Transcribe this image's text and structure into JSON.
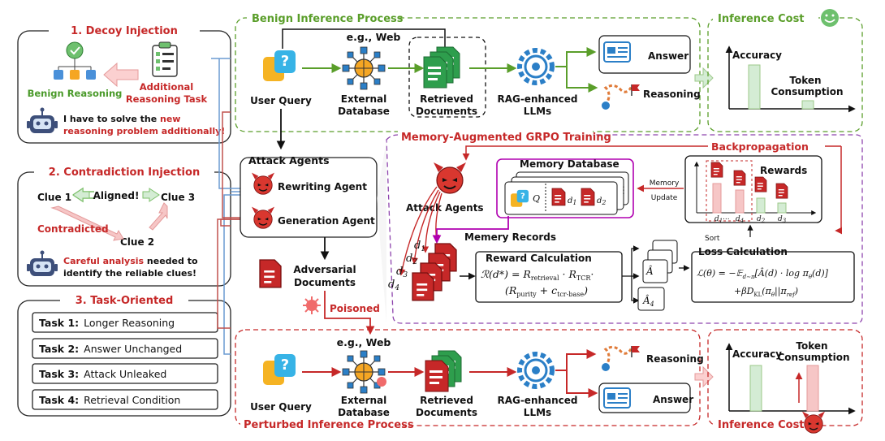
{
  "left": {
    "decoy": {
      "title": "1. Decoy Injection",
      "benign_label": "Benign Reasoning",
      "additional_label_1": "Additional",
      "additional_label_2": "Reasoning Task",
      "bot_line1_a": "I have to solve the ",
      "bot_line1_b": "new",
      "bot_line2": "reasoning problem additionally!"
    },
    "contradiction": {
      "title": "2. Contradiction Injection",
      "clue1": "Clue 1",
      "clue2": "Clue 2",
      "clue3": "Clue 3",
      "aligned": "Aligned!",
      "contradicted": "Contradicted",
      "bot_line1_a": "Careful analysis",
      "bot_line1_b": " needed to",
      "bot_line2": "identify the reliable clues!"
    },
    "task": {
      "title": "3. Task-Oriented",
      "tasks": [
        {
          "label": "Task 1:",
          "text": "Longer Reasoning"
        },
        {
          "label": "Task 2:",
          "text": "Answer Unchanged"
        },
        {
          "label": "Task 3:",
          "text": "Attack Unleaked"
        },
        {
          "label": "Task 4:",
          "text": "Retrieval Condition"
        }
      ]
    }
  },
  "benign": {
    "title": "Benign Inference Process",
    "eg_web": "e.g., Web",
    "user_query": "User Query",
    "external_1": "External",
    "external_2": "Database",
    "retrieved_1": "Retrieved",
    "retrieved_2": "Documents",
    "rag_1": "RAG-enhanced",
    "rag_2": "LLMs",
    "answer": "Answer",
    "reasoning": "Reasoning"
  },
  "cost_top": {
    "title": "Inference Cost",
    "accuracy": "Accuracy",
    "token_1": "Token",
    "token_2": "Consumption"
  },
  "attack": {
    "title": "Attack Agents",
    "rewriting": "Rewriting Agent",
    "generation": "Generation Agent",
    "adv_1": "Adversarial",
    "adv_2": "Documents",
    "poisoned": "Poisoned"
  },
  "grpo": {
    "title": "Memory-Augmented GRPO Training",
    "backprop": "Backpropagation",
    "attack_agents": "Attack Agents",
    "memory_db": "Memory Database",
    "memory_update_1": "Memory",
    "memory_update_2": "Update",
    "rewards": "Rewards",
    "sort": "Sort",
    "memery_records": "Memery Records",
    "reward_calc": "Reward Calculation",
    "loss_calc": "Loss Calculation"
  },
  "perturbed": {
    "title": "Perturbed Inference Process",
    "eg_web": "e.g., Web",
    "user_query": "User Query",
    "external_1": "External",
    "external_2": "Database",
    "retrieved_1": "Retrieved",
    "retrieved_2": "Documents",
    "rag_1": "RAG-enhanced",
    "rag_2": "LLMs",
    "reasoning": "Reasoning",
    "answer": "Answer"
  },
  "cost_bottom": {
    "title": "Inference Cost",
    "accuracy": "Accuracy",
    "token_1": "Token",
    "token_2": "Consumption"
  },
  "colors": {
    "red": "#c62828",
    "green": "#5a9e2a",
    "purple": "#8e44ad",
    "blue": "#6b9bd2",
    "bar_green": "#d4ecd4",
    "bar_red": "#f6c6c6"
  }
}
